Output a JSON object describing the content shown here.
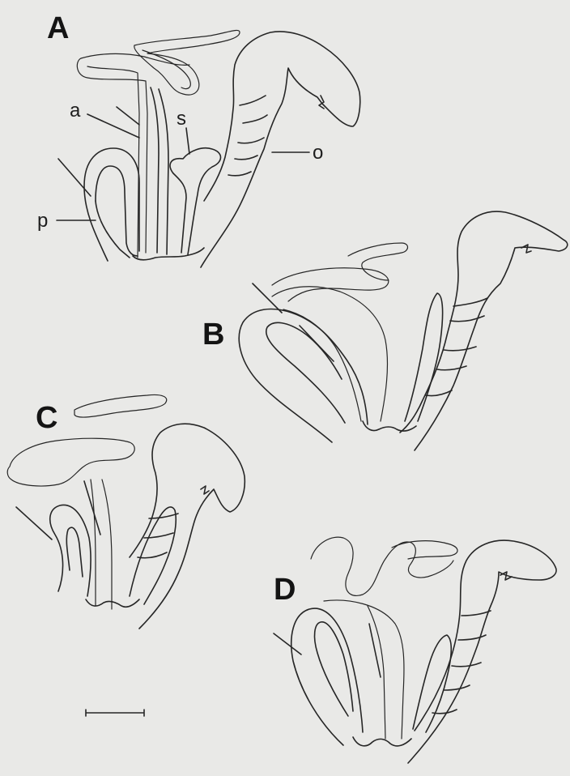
{
  "figure": {
    "background": "#e9e9e7",
    "line_color": "#262626",
    "panels": [
      {
        "id": "A",
        "letter": "A"
      },
      {
        "id": "B",
        "letter": "B"
      },
      {
        "id": "C",
        "letter": "C"
      },
      {
        "id": "D",
        "letter": "D"
      }
    ],
    "labels": {
      "a": "a",
      "s": "s",
      "o": "o",
      "p": "p"
    }
  }
}
